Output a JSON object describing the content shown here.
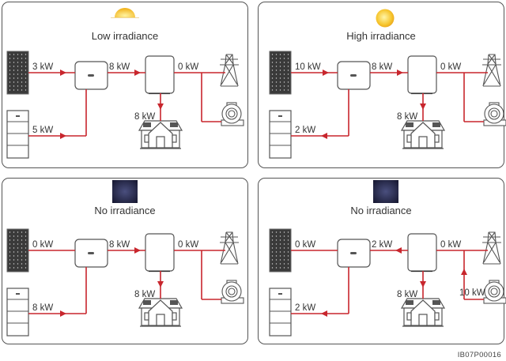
{
  "diagram": {
    "id_label": "IB07P00016",
    "colors": {
      "flow": "#c8262d",
      "outline": "#555555",
      "text": "#333333"
    },
    "panels": [
      {
        "title": "Low irradiance",
        "sky_icon": "sun-low",
        "pv_kw": "3 kW",
        "battery_kw": "5 kW",
        "ac_kw": "8 kW",
        "grid_kw": "0 kW",
        "load_kw": "8 kW",
        "generator_kw": ""
      },
      {
        "title": "High irradiance",
        "sky_icon": "sun-high",
        "pv_kw": "10 kW",
        "battery_kw": "2 kW",
        "ac_kw": "8 kW",
        "grid_kw": "0 kW",
        "load_kw": "8 kW",
        "generator_kw": ""
      },
      {
        "title": "No irradiance",
        "sky_icon": "moon",
        "pv_kw": "0 kW",
        "battery_kw": "8 kW",
        "ac_kw": "8 kW",
        "grid_kw": "0 kW",
        "load_kw": "8 kW",
        "generator_kw": ""
      },
      {
        "title": "No irradiance",
        "sky_icon": "moon",
        "pv_kw": "0 kW",
        "battery_kw": "2 kW",
        "ac_kw": "2 kW",
        "grid_kw": "0 kW",
        "load_kw": "8 kW",
        "generator_kw": "10 kW"
      }
    ]
  }
}
